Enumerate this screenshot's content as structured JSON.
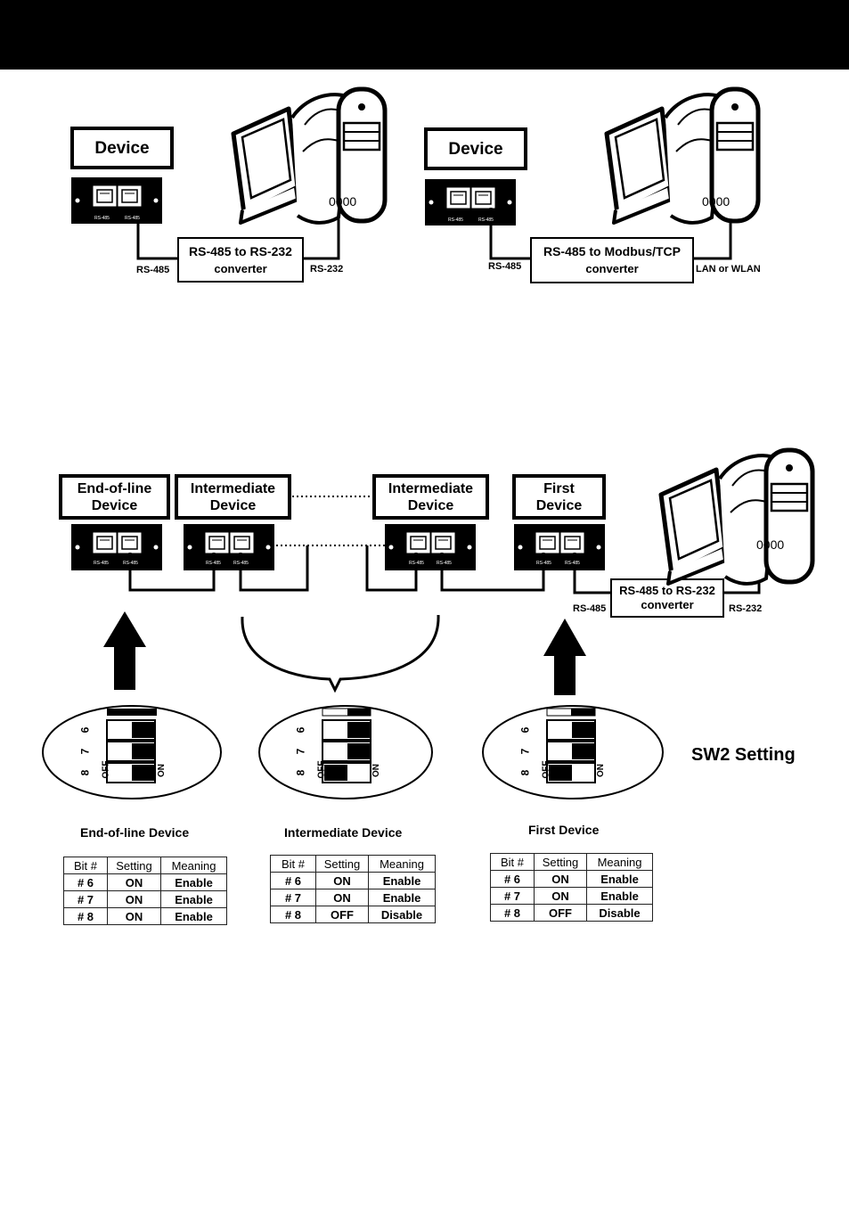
{
  "diagram1": {
    "device_label": "Device",
    "port_left": "RS-485",
    "port_right": "RS-485",
    "converter_line1": "RS-485 to RS-232",
    "converter_line2": "converter",
    "left_cable": "RS-485",
    "right_cable": "RS-232",
    "pc_code": "0000"
  },
  "diagram2": {
    "device_label": "Device",
    "port_left": "RS-485",
    "port_right": "RS-485",
    "converter_line1": "RS-485 to Modbus/TCP",
    "converter_line2": "converter",
    "left_cable": "RS-485",
    "right_cable": "LAN or WLAN",
    "pc_code": "0000"
  },
  "chain": {
    "end_line1": "End-of-line",
    "end_line2": "Device",
    "inter1_line1": "Intermediate",
    "inter1_line2": "Device",
    "inter2_line1": "Intermediate",
    "inter2_line2": "Device",
    "first_line1": "First",
    "first_line2": "Device",
    "port_a": "RS-485",
    "port_b": "RS-485",
    "converter_line1": "RS-485 to RS-232",
    "converter_line2": "converter",
    "left_cable": "RS-485",
    "right_cable": "RS-232",
    "pc_code": "0000"
  },
  "switch": {
    "title": "SW2 Setting",
    "off_label": "OFF",
    "on_label": "ON",
    "bits": [
      "6",
      "7",
      "8"
    ]
  },
  "tables": [
    {
      "title": "End-of-line Device",
      "headers": [
        "Bit #",
        "Setting",
        "Meaning"
      ],
      "rows": [
        [
          "# 6",
          "ON",
          "Enable"
        ],
        [
          "# 7",
          "ON",
          "Enable"
        ],
        [
          "# 8",
          "ON",
          "Enable"
        ]
      ]
    },
    {
      "title": "Intermediate Device",
      "headers": [
        "Bit #",
        "Setting",
        "Meaning"
      ],
      "rows": [
        [
          "# 6",
          "ON",
          "Enable"
        ],
        [
          "# 7",
          "ON",
          "Enable"
        ],
        [
          "# 8",
          "OFF",
          "Disable"
        ]
      ]
    },
    {
      "title": "First Device",
      "headers": [
        "Bit #",
        "Setting",
        "Meaning"
      ],
      "rows": [
        [
          "# 6",
          "ON",
          "Enable"
        ],
        [
          "# 7",
          "ON",
          "Enable"
        ],
        [
          "# 8",
          "OFF",
          "Disable"
        ]
      ]
    }
  ]
}
